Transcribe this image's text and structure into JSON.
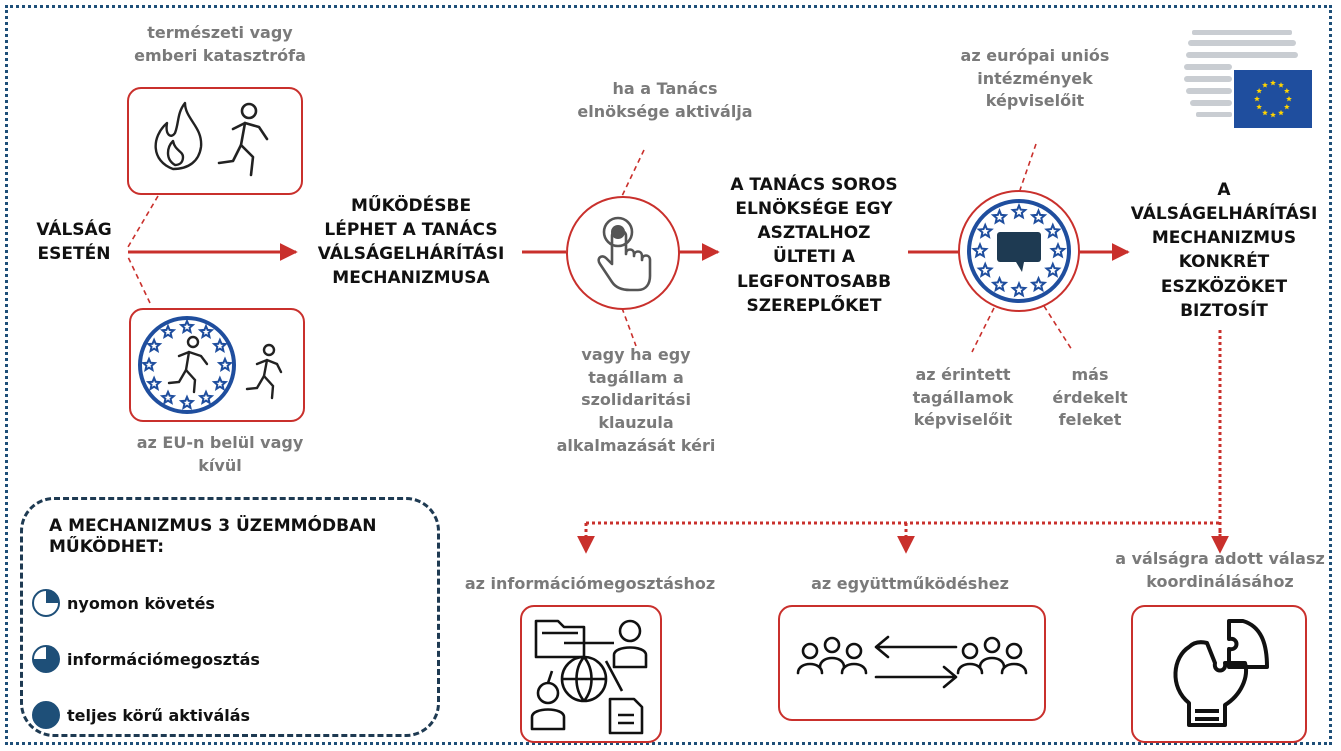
{
  "trigger": {
    "label": "VÁLSÁG\nESETÉN"
  },
  "disaster": {
    "label": "természeti vagy\nemberi katasztrófa",
    "icons": [
      "fire-icon",
      "running-person-icon"
    ]
  },
  "location": {
    "label": "az EU-n belül vagy\nkívül",
    "icons": [
      "eu-stars-person-icon",
      "running-person-icon"
    ]
  },
  "activation": {
    "label": "MŰKÖDÉSBE\nLÉPHET A TANÁCS\nVÁLSÁGELHÁRÍTÁSI\nMECHANIZMUSA"
  },
  "presidency": {
    "label": "ha a Tanács\nelnöksége aktiválja"
  },
  "member_state": {
    "label": "vagy ha egy\ntagállam a\nszolidaritási\nklauzula\nalkalmazását kéri"
  },
  "hand_icon": "touch-hand-icon",
  "roundtable": {
    "label": "A TANÁCS SOROS\nELNÖKSÉGE EGY\nASZTALHOZ\nÜLTETI A\nLEGFONTOSABB\nSZEREPLŐKET"
  },
  "eu_institutions": {
    "label": "az európai uniós\nintézmények\nképviselőit"
  },
  "affected_states": {
    "label": "az érintett\ntagállamok\nképviselőit"
  },
  "other_parties": {
    "label": "más\nérdekelt\nfeleket"
  },
  "tools": {
    "label": "A VÁLSÁGELHÁRÍTÁSI\nMECHANIZMUS\nKONKRÉT\nESZKÖZÖKET\nBIZTOSÍT"
  },
  "outputs": [
    {
      "label": "az információmegosztáshoz",
      "icon": "information-sharing-icon"
    },
    {
      "label": "az együttműködéshez",
      "icon": "cooperation-icon"
    },
    {
      "label": "a válságra adott válasz\nkoordinálásához",
      "icon": "coordination-puzzle-icon"
    }
  ],
  "modes": {
    "title": "A MECHANIZMUS 3 ÜZEMMÓDBAN\nMŰKÖDHET:",
    "items": [
      {
        "label": "nyomon követés",
        "fill": 0.25
      },
      {
        "label": "információmegosztás",
        "fill": 0.75
      },
      {
        "label": "teljes körű aktiválás",
        "fill": 1.0
      }
    ]
  },
  "colors": {
    "accent_red": "#c9302c",
    "navy": "#1e4f78",
    "eu_blue": "#1f4e9e",
    "eu_yellow": "#ffd400",
    "grey_text": "#7a7a7a"
  }
}
